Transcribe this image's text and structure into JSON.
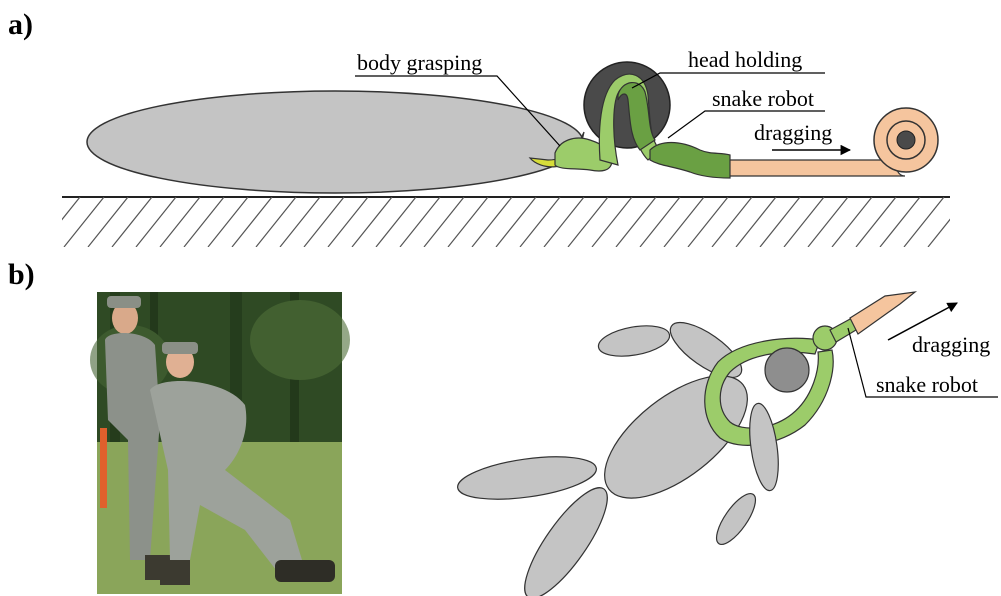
{
  "panels": {
    "a": {
      "label": "a)",
      "annotations": {
        "body_grasping": "body grasping",
        "head_holding": "head holding",
        "snake_robot": "snake robot",
        "dragging": "dragging"
      }
    },
    "b": {
      "label": "b)",
      "annotations": {
        "dragging": "dragging",
        "snake_robot": "snake robot"
      }
    }
  },
  "colors": {
    "body": "#c4c4c4",
    "head": "#4a4a4a",
    "head_b": "#8e8e8e",
    "snake_light": "#9ccc6a",
    "snake_dark": "#6aa043",
    "tether": "#f5c59e",
    "gripper": "#d7dd3a",
    "ground_hatch": "#555555"
  }
}
